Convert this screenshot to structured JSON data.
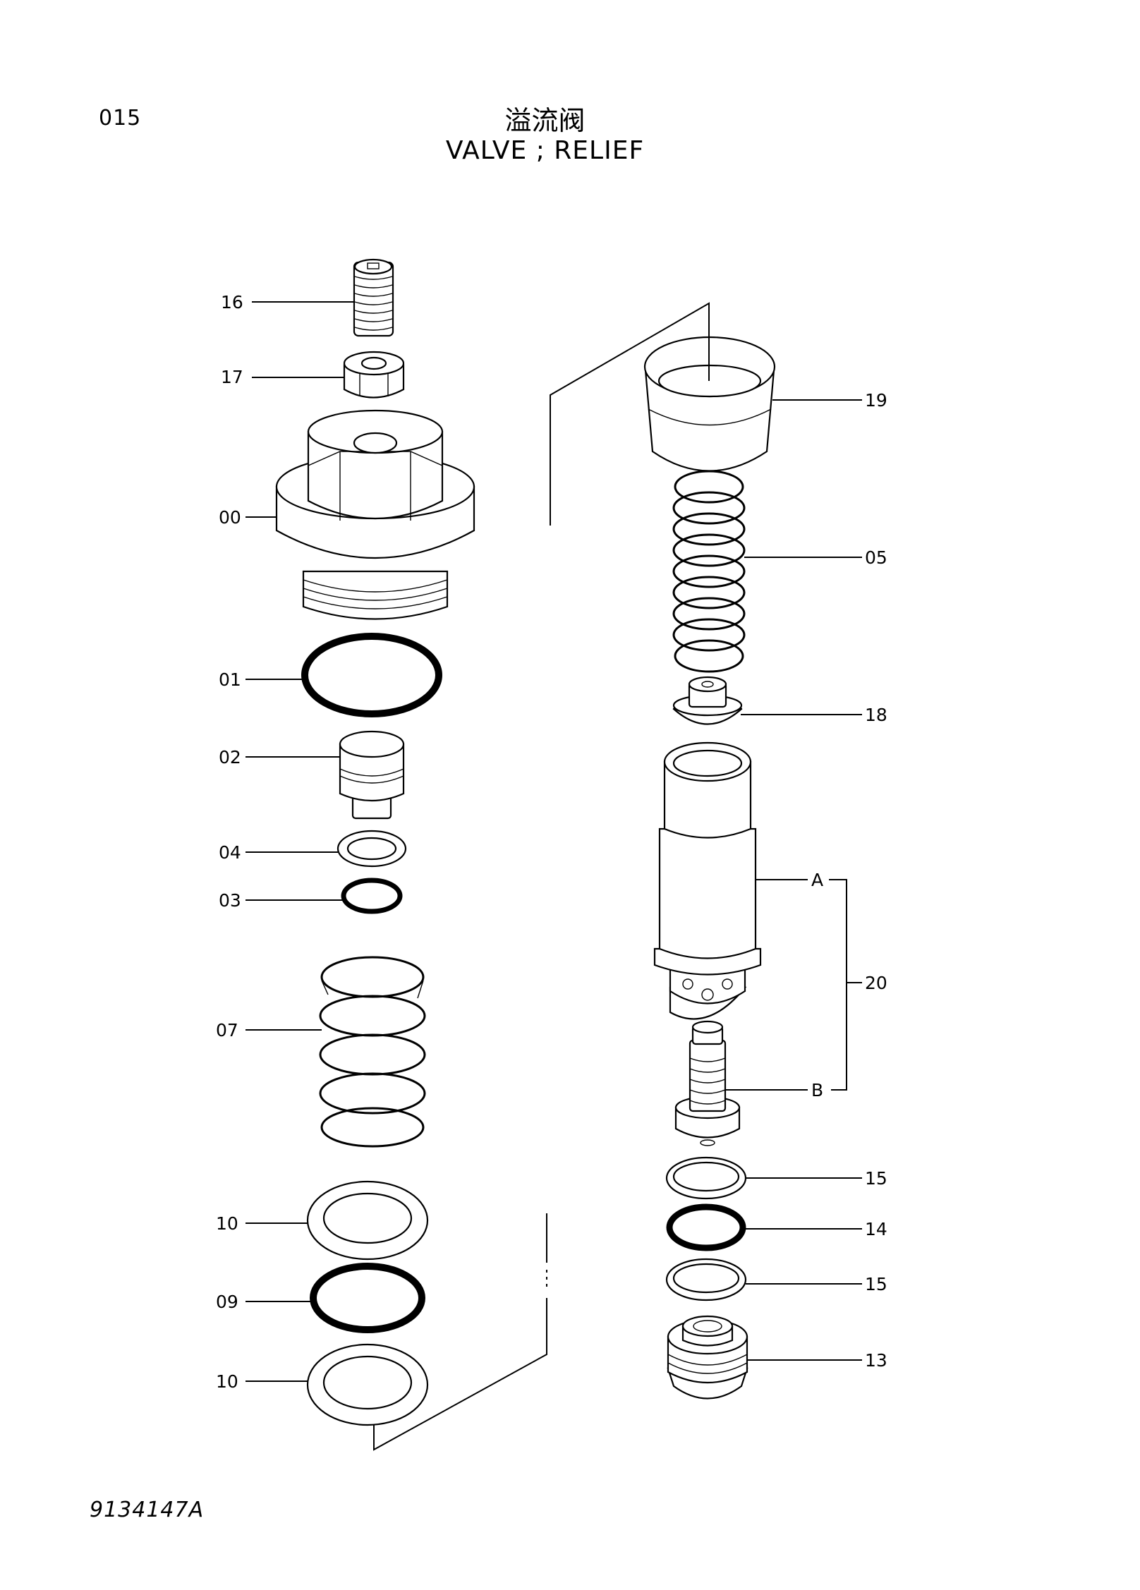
{
  "header": {
    "page_number": "015",
    "title_cn": "溢流阀",
    "title_en": "VALVE ; RELIEF"
  },
  "footer": {
    "document_code": "9134147A"
  },
  "callouts": {
    "p16": "16",
    "p17": "17",
    "p00": "00",
    "p01": "01",
    "p02": "02",
    "p04": "04",
    "p03": "03",
    "p07": "07",
    "p10a": "10",
    "p09": "09",
    "p10b": "10",
    "p19": "19",
    "p05": "05",
    "p18": "18",
    "pA": "A",
    "p20": "20",
    "pB": "B",
    "p15a": "15",
    "p14": "14",
    "p15b": "15",
    "p13": "13"
  }
}
